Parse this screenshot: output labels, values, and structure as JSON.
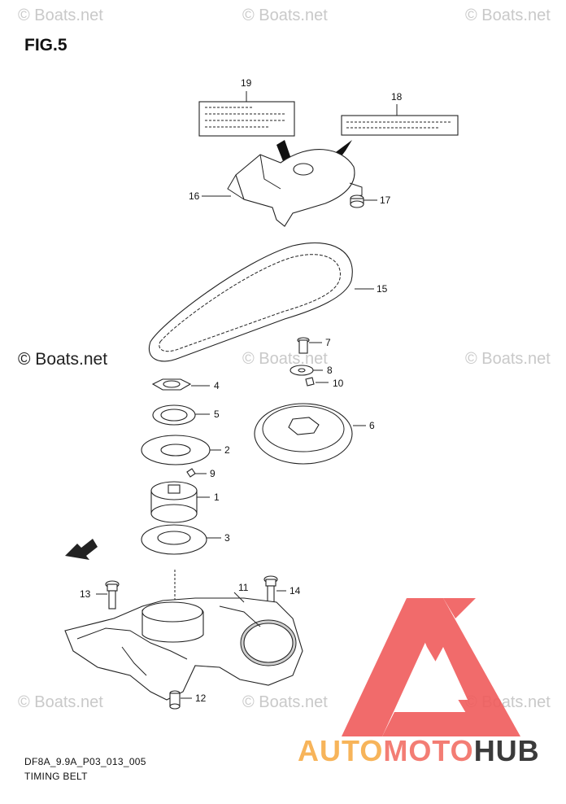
{
  "figure": {
    "title": "FIG.5",
    "code": "DF8A_9.9A_P03_013_005",
    "caption": "TIMING BELT"
  },
  "watermarks": {
    "text": "© Boats.net",
    "strong_text": "© Boats.net"
  },
  "brand": {
    "part1": "AUTO",
    "part2": "MOTO",
    "part3": "HUB",
    "color1": "#f7b45a",
    "color2": "#f37d74",
    "color3": "#3b3b3b",
    "logo_color": "#f05c5c"
  },
  "callouts": {
    "c1": "1",
    "c2": "2",
    "c3": "3",
    "c4": "4",
    "c5": "5",
    "c6": "6",
    "c7": "7",
    "c8": "8",
    "c9": "9",
    "c10": "10",
    "c11": "11",
    "c12": "12",
    "c13": "13",
    "c14": "14",
    "c15": "15",
    "c16": "16",
    "c17": "17",
    "c18": "18",
    "c19": "19"
  },
  "icons": {
    "fwd_arrow": "fwd-arrow-icon"
  }
}
